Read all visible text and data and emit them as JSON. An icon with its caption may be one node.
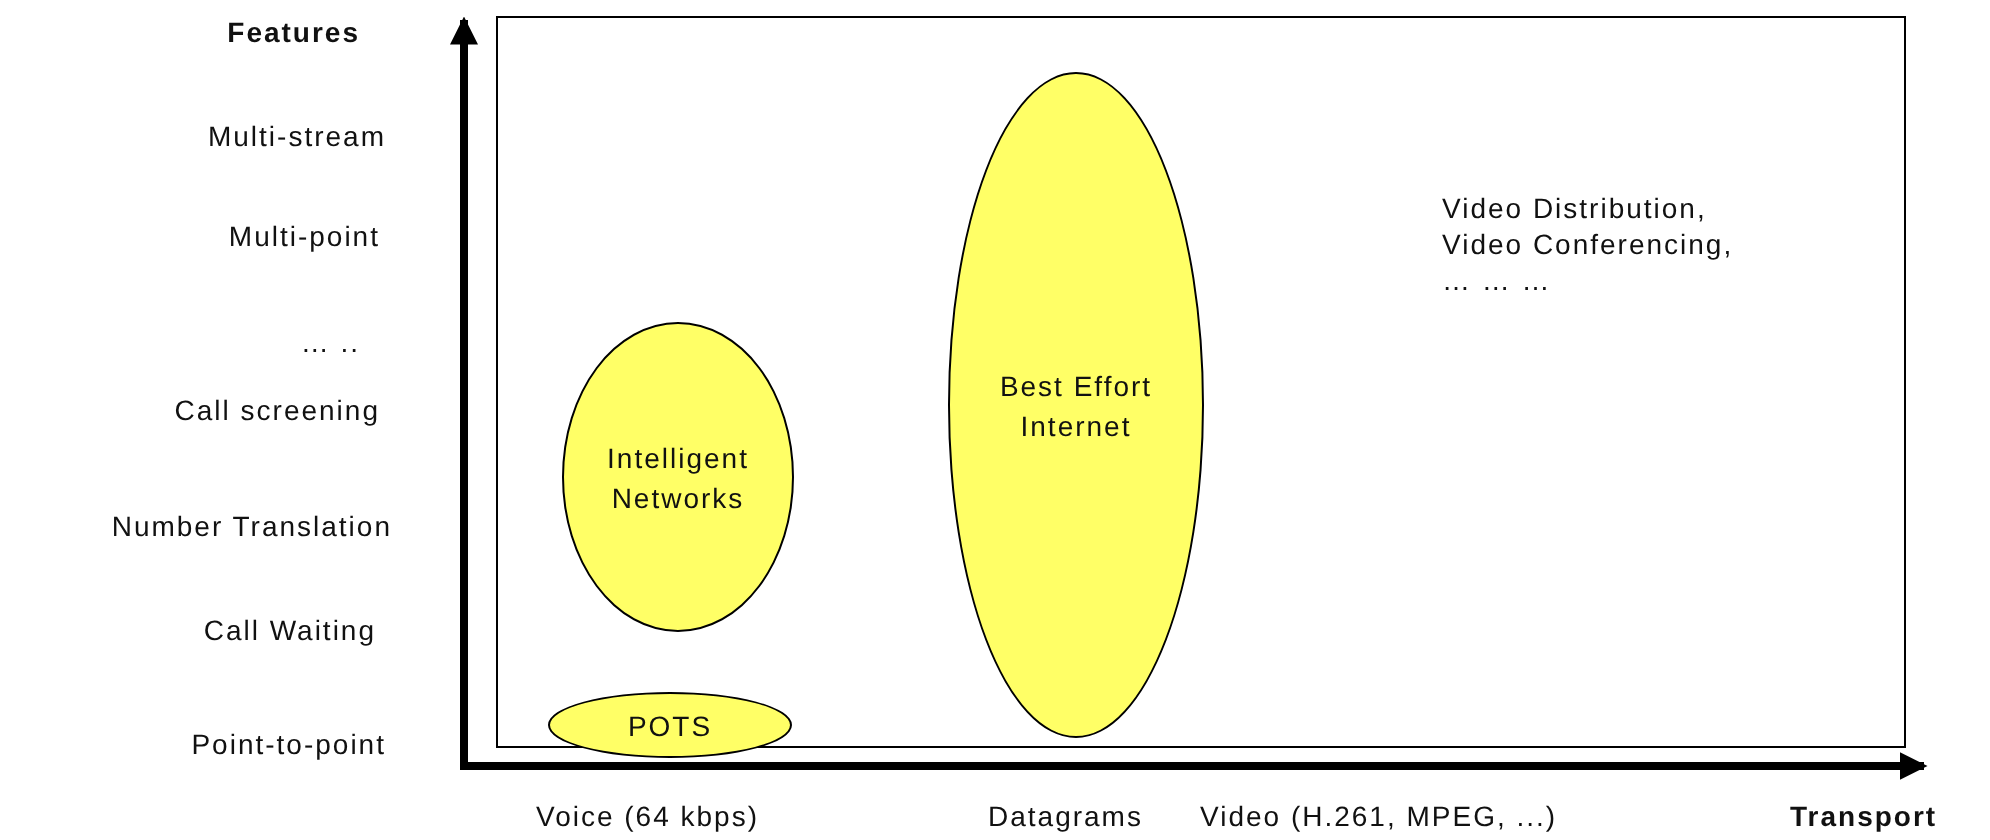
{
  "diagram": {
    "nodes": [
      {
        "text": [
          "Video Distribution, Video Conferencing, … … …"
        ]
      },
      {
        "text": [
          "Intelligent Networks"
        ],
        "in": 0
      },
      {
        "text": [
          "POTS"
        ],
        "in": 0
      },
      {
        "text": [
          "Best Effort Internet"
        ],
        "in": 0
      }
    ],
    "edges": [],
    "labels": [
      "Features",
      "Multi-stream",
      "Multi-point",
      "… ..",
      "Call screening",
      "Number Translation",
      "Call Waiting",
      "Point-to-point",
      "Voice (64 kbps)",
      "Datagrams",
      "Video (H.261, MPEG, ...)",
      "Transport"
    ]
  }
}
